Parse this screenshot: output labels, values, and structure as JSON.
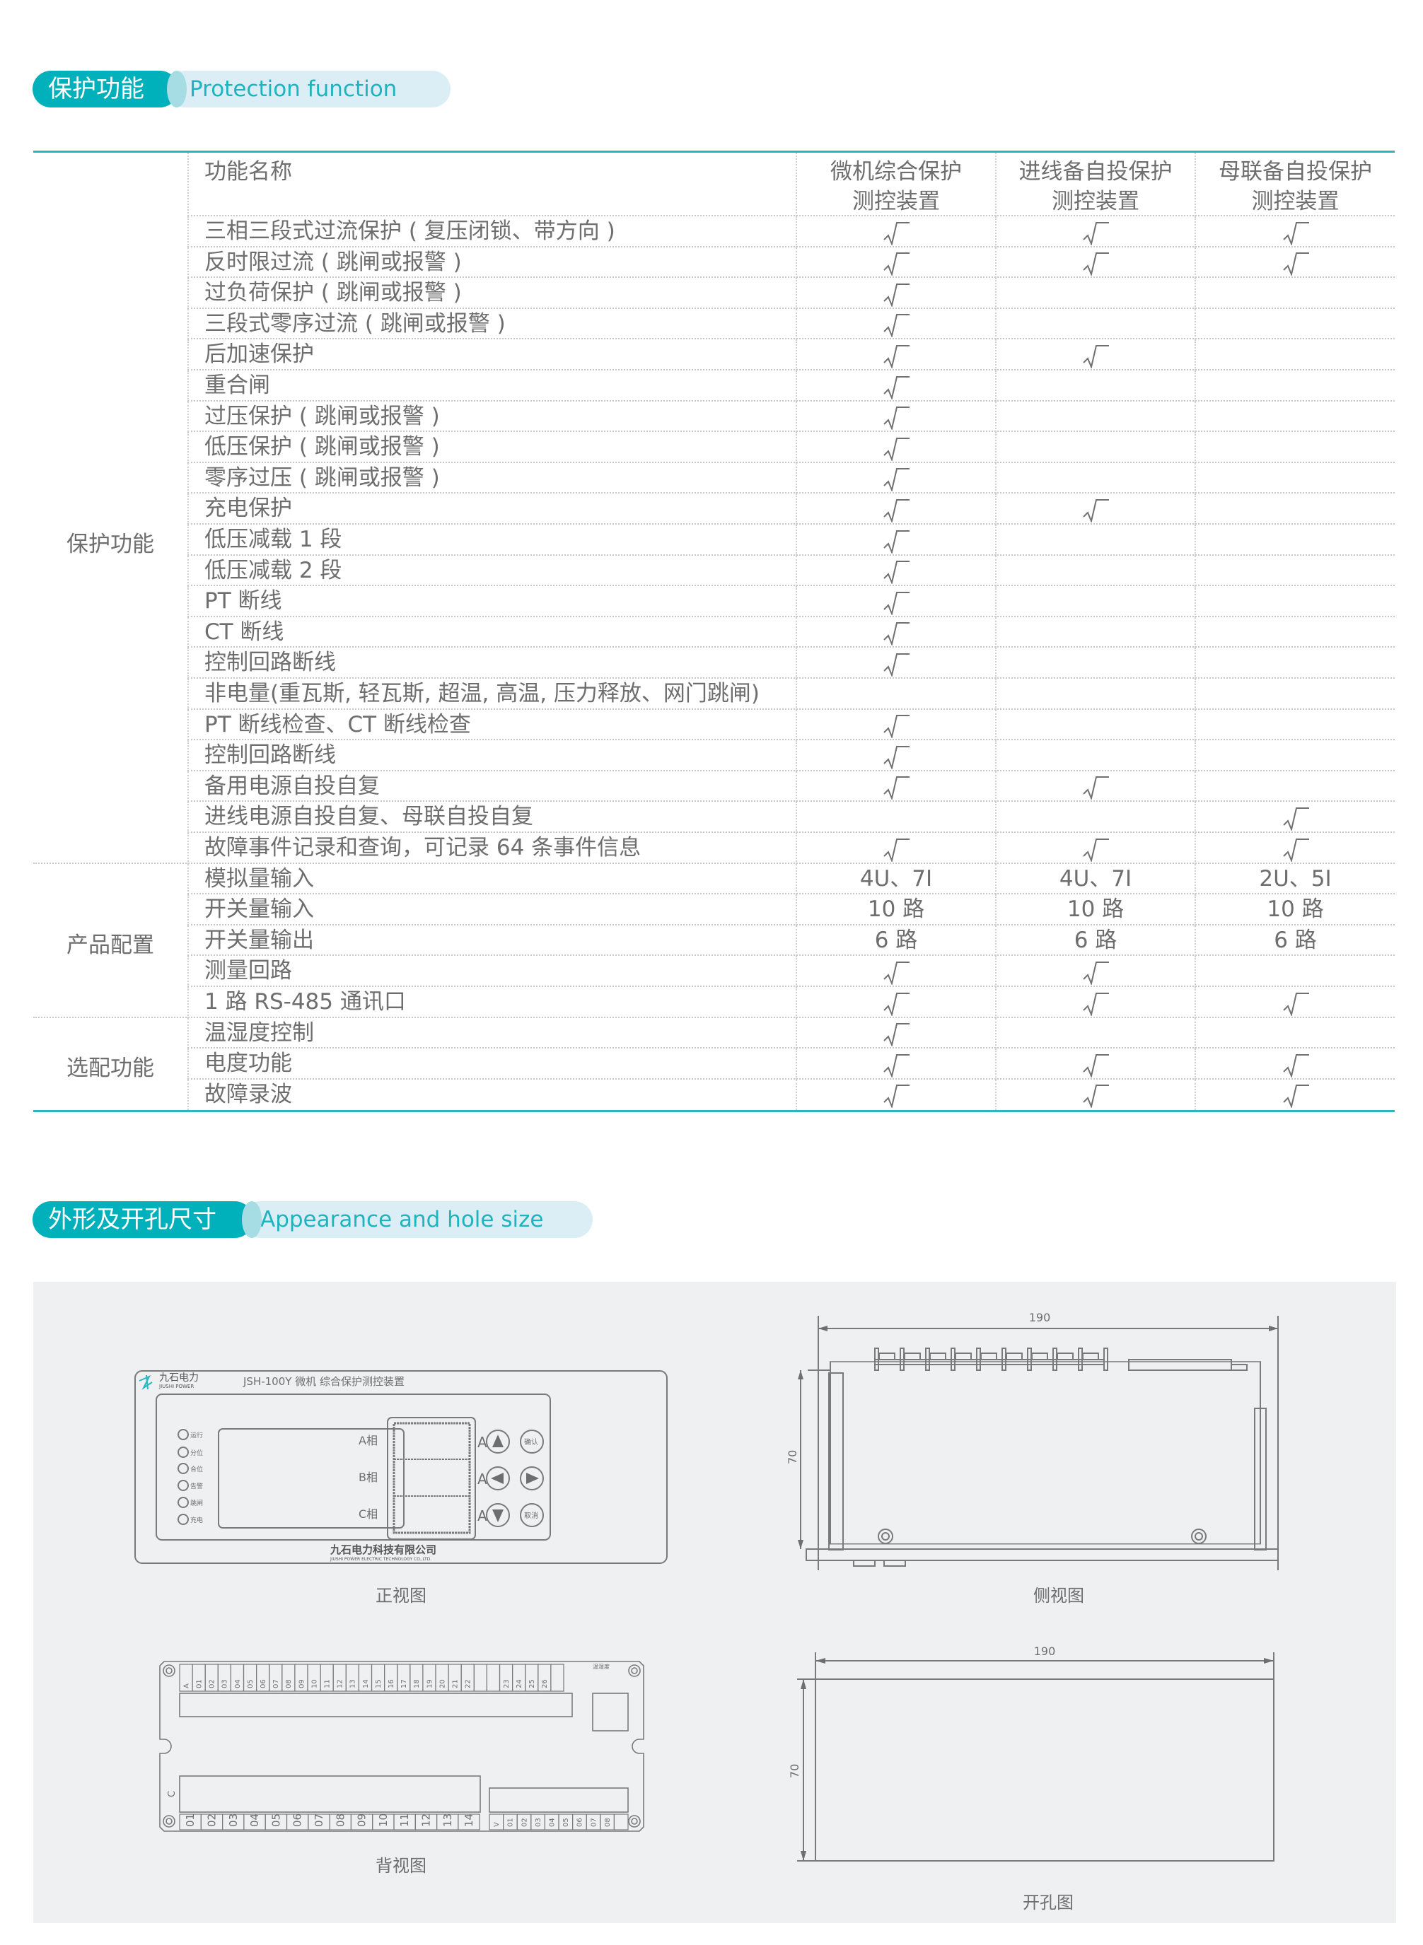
{
  "sections": {
    "protection": {
      "title_zh": "保护功能",
      "title_en": "Protection function"
    },
    "appearance": {
      "title_zh": "外形及开孔尺寸",
      "title_en": "Appearance and hole size"
    }
  },
  "table": {
    "headers": {
      "name": "功能名称",
      "col1_line1": "微机综合保护",
      "col1_line2": "测控装置",
      "col2_line1": "进线备自投保护",
      "col2_line2": "测控装置",
      "col3_line1": "母联备自投保护",
      "col3_line2": "测控装置"
    },
    "check_symbol": "√",
    "groups": [
      {
        "label": "保护功能",
        "rows": [
          {
            "name": "三相三段式过流保护 ( 复压闭锁、带方向 )",
            "c1": "√",
            "c2": "√",
            "c3": "√"
          },
          {
            "name": "反时限过流 ( 跳闸或报警 )",
            "c1": "√",
            "c2": "√",
            "c3": "√"
          },
          {
            "name": "过负荷保护 ( 跳闸或报警 )",
            "c1": "√",
            "c2": "",
            "c3": ""
          },
          {
            "name": "三段式零序过流 ( 跳闸或报警 )",
            "c1": "√",
            "c2": "",
            "c3": ""
          },
          {
            "name": "后加速保护",
            "c1": "√",
            "c2": "√",
            "c3": ""
          },
          {
            "name": "重合闸",
            "c1": "√",
            "c2": "",
            "c3": ""
          },
          {
            "name": "过压保护 ( 跳闸或报警 )",
            "c1": "√",
            "c2": "",
            "c3": ""
          },
          {
            "name": "低压保护 ( 跳闸或报警 )",
            "c1": "√",
            "c2": "",
            "c3": ""
          },
          {
            "name": "零序过压 ( 跳闸或报警 )",
            "c1": "√",
            "c2": "",
            "c3": ""
          },
          {
            "name": "充电保护",
            "c1": "√",
            "c2": "√",
            "c3": ""
          },
          {
            "name": "低压减载 1 段",
            "c1": "√",
            "c2": "",
            "c3": ""
          },
          {
            "name": "低压减载 2 段",
            "c1": "√",
            "c2": "",
            "c3": ""
          },
          {
            "name": "PT 断线",
            "c1": "√",
            "c2": "",
            "c3": ""
          },
          {
            "name": "CT 断线",
            "c1": "√",
            "c2": "",
            "c3": ""
          },
          {
            "name": "控制回路断线",
            "c1": "√",
            "c2": "",
            "c3": ""
          },
          {
            "name": "非电量(重瓦斯, 轻瓦斯, 超温, 高温, 压力释放、网门跳闸)",
            "c1": "",
            "c2": "",
            "c3": ""
          },
          {
            "name": "PT 断线检查、CT 断线检查",
            "c1": "√",
            "c2": "",
            "c3": ""
          },
          {
            "name": "控制回路断线",
            "c1": "√",
            "c2": "",
            "c3": ""
          },
          {
            "name": "备用电源自投自复",
            "c1": "√",
            "c2": "√",
            "c3": ""
          },
          {
            "name": "进线电源自投自复、母联自投自复",
            "c1": "",
            "c2": "",
            "c3": "√"
          },
          {
            "name": "故障事件记录和查询，可记录 64 条事件信息",
            "c1": "√",
            "c2": "√",
            "c3": "√"
          }
        ]
      },
      {
        "label": "产品配置",
        "rows": [
          {
            "name": "模拟量输入",
            "c1": "4U、7I",
            "c2": "4U、7I",
            "c3": "2U、5I"
          },
          {
            "name": "开关量输入",
            "c1": "10 路",
            "c2": "10 路",
            "c3": "10 路"
          },
          {
            "name": "开关量输出",
            "c1": "6 路",
            "c2": "6 路",
            "c3": "6 路"
          },
          {
            "name": "测量回路",
            "c1": "√",
            "c2": "√",
            "c3": ""
          },
          {
            "name": "1 路 RS-485 通讯口",
            "c1": "√",
            "c2": "√",
            "c3": "√"
          }
        ]
      },
      {
        "label": "选配功能",
        "rows": [
          {
            "name": "温湿度控制",
            "c1": "√",
            "c2": "",
            "c3": ""
          },
          {
            "name": "电度功能",
            "c1": "√",
            "c2": "√",
            "c3": "√"
          },
          {
            "name": "故障录波",
            "c1": "√",
            "c2": "√",
            "c3": "√"
          }
        ]
      }
    ]
  },
  "drawings": {
    "front": {
      "caption": "正视图",
      "brand_zh": "九石电力",
      "brand_en": "JIUSHI POWER",
      "model_title": "JSH-100Y 微机 综合保护测控装置",
      "indicators": [
        "运行",
        "分位",
        "合位",
        "告警",
        "跳闸",
        "充电"
      ],
      "phases": [
        "A相",
        "B相",
        "C相"
      ],
      "unit": "A",
      "buttons": {
        "confirm": "确认",
        "cancel": "取消"
      },
      "company_zh": "九石电力科技有限公司",
      "company_en": "JIUSHI POWER ELECTRIC TECHNOLOGY CO.,LTD."
    },
    "side": {
      "caption": "侧视图",
      "width_dim": "190",
      "height_dim": "70"
    },
    "back": {
      "caption": "背视图",
      "top_terminals": [
        "A",
        "01",
        "02",
        "03",
        "04",
        "05",
        "06",
        "07",
        "08",
        "09",
        "10",
        "11",
        "12",
        "13",
        "14",
        "15",
        "16",
        "17",
        "18",
        "19",
        "20",
        "21",
        "22",
        "",
        "",
        "23",
        "24",
        "25",
        "26",
        ""
      ],
      "humidity_label": "温湿度",
      "left_label": "C",
      "bottom_left_terminals": [
        "01",
        "02",
        "03",
        "04",
        "05",
        "06",
        "07",
        "08",
        "09",
        "10",
        "11",
        "12",
        "13",
        "14"
      ],
      "bottom_right_terminals": [
        "V",
        "01",
        "02",
        "03",
        "04",
        "05",
        "06",
        "07",
        "08",
        ""
      ]
    },
    "hole": {
      "caption": "开孔图",
      "width_dim": "190",
      "height_dim": "70"
    }
  },
  "colors": {
    "accent": "#00b0ba",
    "accent_light": "#dbeef5",
    "text": "#6e6e6e",
    "panel_bg": "#eff0f2",
    "line": "#2bb7bf"
  }
}
